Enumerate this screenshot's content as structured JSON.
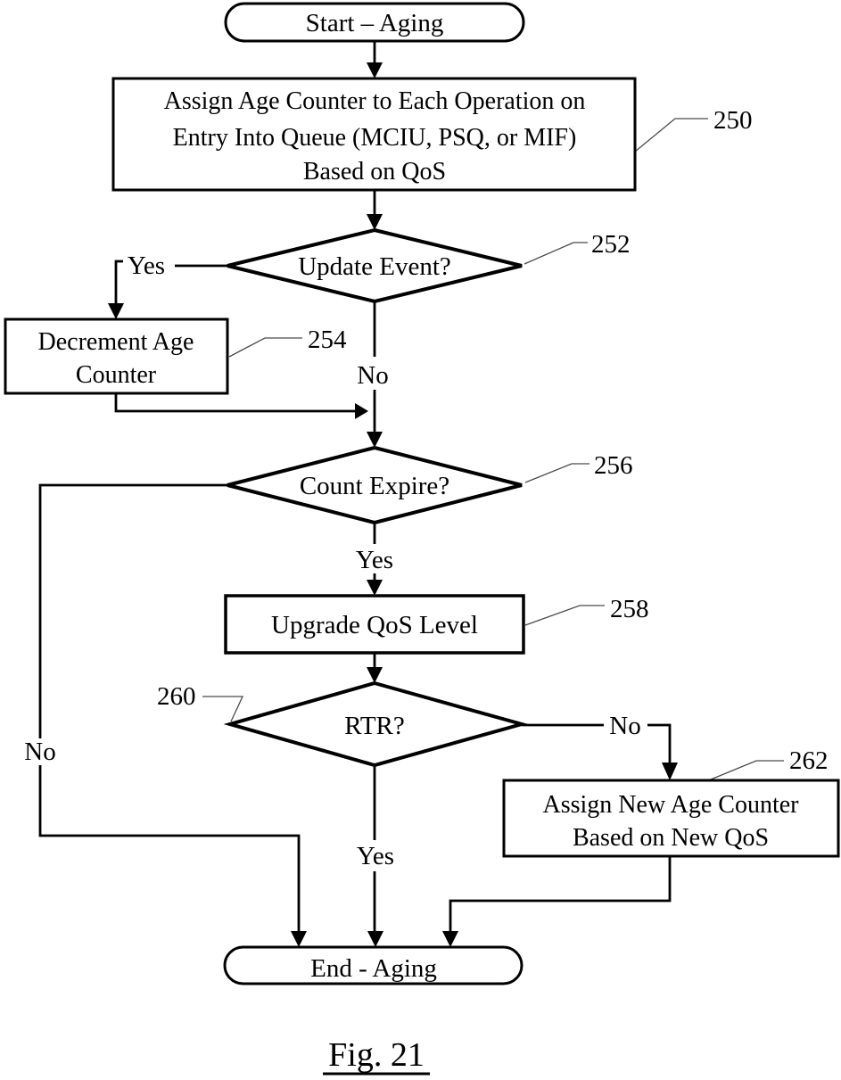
{
  "figure": {
    "caption": "Fig. 21",
    "colors": {
      "line": "#000000",
      "leader": "#4a4a4a",
      "background": "#ffffff",
      "text": "#000000"
    },
    "nodes": {
      "start": {
        "label": "Start – Aging"
      },
      "assign_age_counter": {
        "ref": "250",
        "line1": "Assign Age Counter to Each Operation on",
        "line2": "Entry Into Queue (MCIU, PSQ, or MIF)",
        "line3": "Based on QoS"
      },
      "update_event": {
        "ref": "252",
        "label": "Update Event?"
      },
      "decrement_age_counter": {
        "ref": "254",
        "line1": "Decrement Age",
        "line2": "Counter"
      },
      "count_expire": {
        "ref": "256",
        "label": "Count Expire?"
      },
      "upgrade_qos": {
        "ref": "258",
        "label": "Upgrade QoS Level"
      },
      "rtr": {
        "ref": "260",
        "label": "RTR?"
      },
      "assign_new_age_counter": {
        "ref": "262",
        "line1": "Assign New Age Counter",
        "line2": "Based on New QoS"
      },
      "end": {
        "label": "End - Aging"
      }
    },
    "edge_labels": {
      "update_event_yes": "Yes",
      "update_event_no": "No",
      "count_expire_yes": "Yes",
      "count_expire_no": "No",
      "rtr_yes": "Yes",
      "rtr_no": "No"
    }
  }
}
